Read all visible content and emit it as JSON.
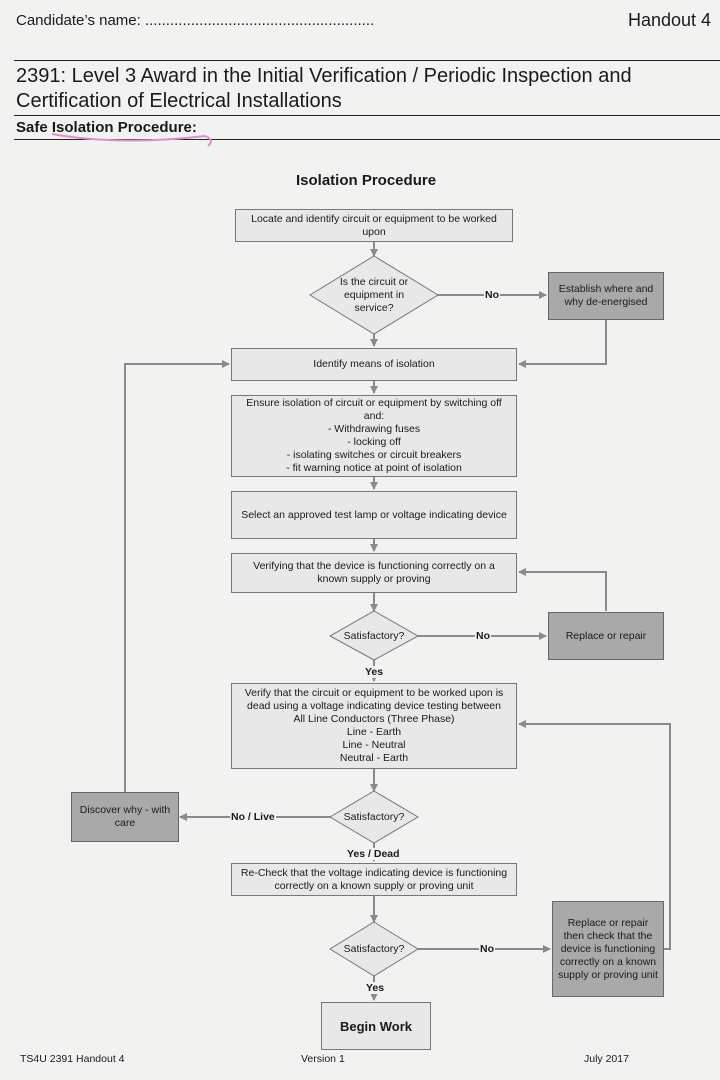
{
  "header": {
    "candidate_label": "Candidate’s name: .......................................................",
    "handout": "Handout 4"
  },
  "title": "2391: Level 3 Award in the Initial Verification / Periodic Inspection and Certification of Electrical Installations",
  "subtitle": "Safe Isolation Procedure:",
  "flowchart": {
    "title": "Isolation Procedure",
    "steps": {
      "locate": "Locate and identify circuit or equipment to be worked upon",
      "in_service": "Is the circuit or equipment in service?",
      "establish": "Establish where and why de-energised",
      "identify": "Identify means of isolation",
      "ensure": [
        "Ensure isolation of circuit or equipment by switching off and:",
        "- Withdrawing fuses",
        "- locking off",
        "- isolating switches or circuit breakers",
        "- fit warning notice at point of isolation"
      ],
      "select": "Select an approved test lamp or voltage indicating device",
      "verify_device": "Verifying that the device is functioning correctly on a known supply or proving",
      "satisfactory": "Satisfactory?",
      "replace_repair": "Replace or repair",
      "verify_dead": [
        "Verify that the circuit or equipment to be worked upon is dead using a voltage indicating device testing between",
        "All Line Conductors (Three Phase)",
        "Line - Earth",
        "Line - Neutral",
        "Neutral - Earth"
      ],
      "discover": "Discover why - with care",
      "recheck": "Re-Check that the voltage indicating device is functioning correctly on a known supply or proving unit",
      "replace_check": "Replace or repair then check that the device is functioning correctly on a known supply or proving unit",
      "begin": "Begin Work"
    },
    "labels": {
      "no": "No",
      "yes": "Yes",
      "no_live": "No / Live",
      "yes_dead": "Yes / Dead"
    }
  },
  "footer": {
    "left": "TS4U 2391 Handout 4",
    "center": "Version 1",
    "right": "July 2017"
  },
  "colors": {
    "box": "#e8e8e8",
    "box_dark": "#a9a9a9",
    "arrow": "#8a8a8a",
    "highlight": "#e58fc8"
  }
}
